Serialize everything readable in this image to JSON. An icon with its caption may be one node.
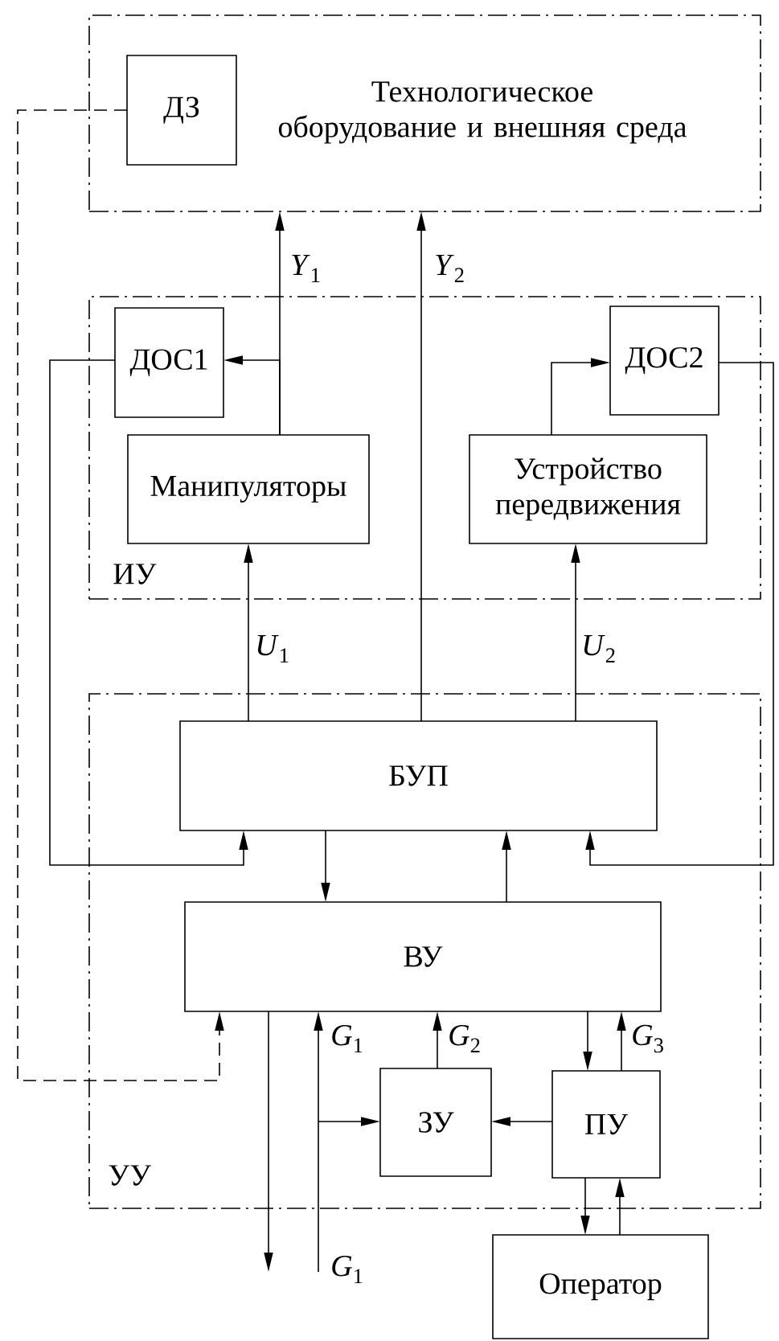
{
  "diagram": {
    "nodes": [
      {
        "text": [
          "Технологическое оборудование и внешняя среда"
        ]
      },
      {
        "text": [
          "ДЗ"
        ],
        "in": 0
      },
      {
        "text": [
          "ИУ"
        ]
      },
      {
        "text": [
          "ДОС1"
        ],
        "in": 2
      },
      {
        "text": [
          "Манипуляторы"
        ],
        "in": 2
      },
      {
        "text": [
          "ДОС2"
        ],
        "in": 2
      },
      {
        "text": [
          "Устройство передвижения"
        ],
        "in": 2
      },
      {
        "text": [
          "УУ"
        ]
      },
      {
        "text": [
          "БУП"
        ],
        "in": 7
      },
      {
        "text": [
          "ВУ"
        ],
        "in": 7
      },
      {
        "text": [
          "ЗУ"
        ],
        "in": 7
      },
      {
        "text": [
          "ПУ"
        ],
        "in": 7
      },
      {
        "text": [
          "Оператор"
        ]
      }
    ],
    "edges": [
      {
        "from": 4,
        "to": 0,
        "arrow": "to",
        "label": "*Y*$_{1}$"
      },
      {
        "from": 4,
        "to": 3,
        "arrow": "to"
      },
      {
        "from": 8,
        "to": 0,
        "arrow": "to",
        "label": "*Y*$_{2}$"
      },
      {
        "from": 8,
        "to": 4,
        "arrow": "to",
        "label": "*U*$_{1}$"
      },
      {
        "from": 8,
        "to": 6,
        "arrow": "to",
        "label": "*U*$_{2}$"
      },
      {
        "from": 6,
        "to": 5,
        "arrow": "to"
      },
      {
        "from": 3,
        "to": 8,
        "arrow": "to"
      },
      {
        "from": 5,
        "to": 8,
        "arrow": "to"
      },
      {
        "from": 8,
        "to": 9,
        "arrow": "to"
      },
      {
        "from": 9,
        "to": 8,
        "arrow": "to"
      },
      {
        "from": 1,
        "to": 9,
        "arrow": "to",
        "style": "dashed"
      },
      {
        "from": 9,
        "to": null,
        "arrow": "to"
      },
      {
        "from": null,
        "to": 9,
        "arrow": "to",
        "label": "*G*$_{1}$"
      },
      {
        "from": null,
        "to": 10,
        "arrow": "to"
      },
      {
        "from": 10,
        "to": 9,
        "arrow": "to",
        "label": "*G*$_{2}$"
      },
      {
        "from": 9,
        "to": 11,
        "arrow": "to"
      },
      {
        "from": 11,
        "to": 9,
        "arrow": "to",
        "label": "*G*$_{3}$"
      },
      {
        "from": 11,
        "to": 10,
        "arrow": "to"
      },
      {
        "from": 11,
        "to": 12,
        "arrow": "to"
      },
      {
        "from": 12,
        "to": 11,
        "arrow": "to"
      }
    ],
    "labels": [
      "*G*$_{1}$"
    ]
  }
}
